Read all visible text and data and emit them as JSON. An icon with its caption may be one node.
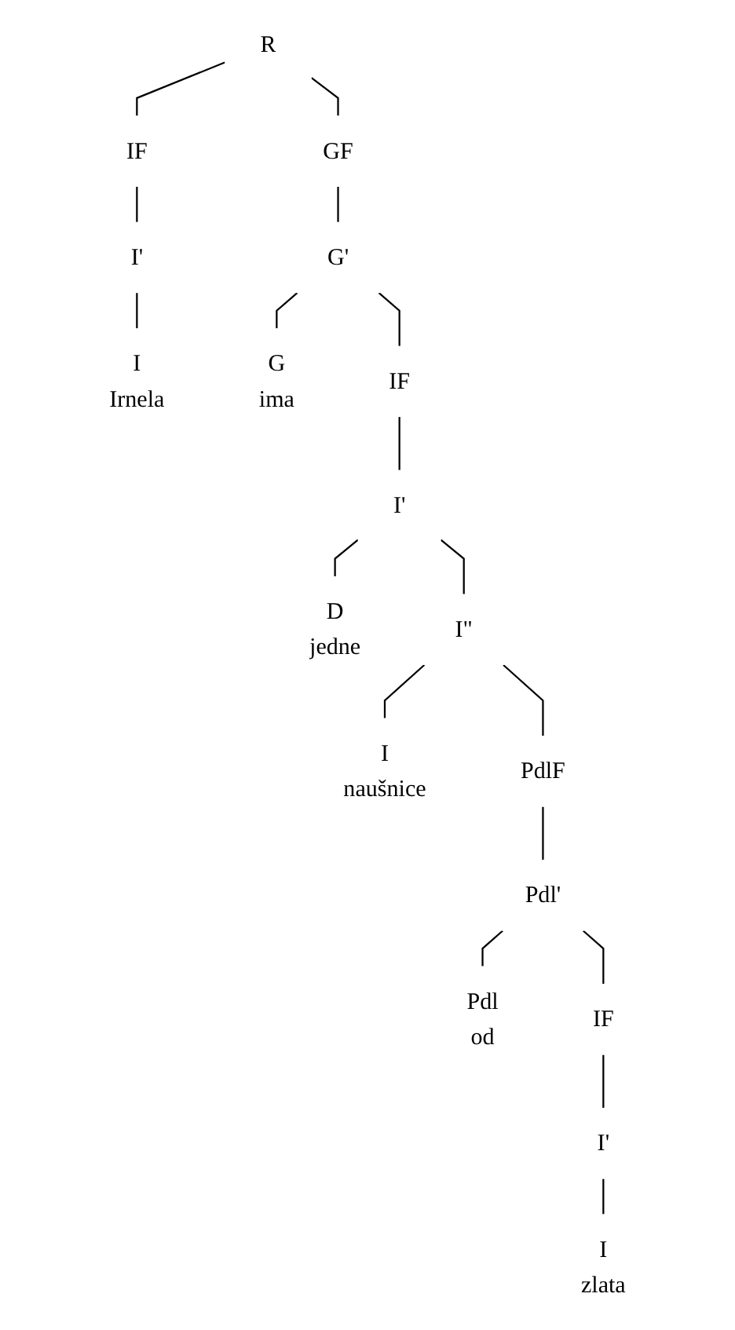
{
  "diagram": {
    "nodes": [
      {
        "text": [
          "R"
        ]
      },
      {
        "text": [
          "IF"
        ]
      },
      {
        "text": [
          "GF"
        ]
      },
      {
        "text": [
          "I'"
        ]
      },
      {
        "text": [
          "G'"
        ]
      },
      {
        "text": [
          "I",
          "Irnela"
        ]
      },
      {
        "text": [
          "G",
          "ima"
        ]
      },
      {
        "text": [
          "IF"
        ]
      },
      {
        "text": [
          "I'"
        ]
      },
      {
        "text": [
          "D",
          "jedne"
        ]
      },
      {
        "text": [
          "I\""
        ]
      },
      {
        "text": [
          "I",
          "naušnice"
        ]
      },
      {
        "text": [
          "PdlF"
        ]
      },
      {
        "text": [
          "Pdl'"
        ]
      },
      {
        "text": [
          "Pdl",
          "od"
        ]
      },
      {
        "text": [
          "IF"
        ]
      },
      {
        "text": [
          "I'"
        ]
      },
      {
        "text": [
          "I",
          "zlata"
        ]
      }
    ],
    "edges": [
      {
        "from": 0,
        "to": 1,
        "arrow": "none"
      },
      {
        "from": 0,
        "to": 2,
        "arrow": "none"
      },
      {
        "from": 1,
        "to": 3,
        "arrow": "none"
      },
      {
        "from": 3,
        "to": 5,
        "arrow": "none"
      },
      {
        "from": 2,
        "to": 4,
        "arrow": "none"
      },
      {
        "from": 4,
        "to": 6,
        "arrow": "none"
      },
      {
        "from": 4,
        "to": 7,
        "arrow": "none"
      },
      {
        "from": 7,
        "to": 8,
        "arrow": "none"
      },
      {
        "from": 8,
        "to": 9,
        "arrow": "none"
      },
      {
        "from": 8,
        "to": 10,
        "arrow": "none"
      },
      {
        "from": 10,
        "to": 11,
        "arrow": "none"
      },
      {
        "from": 10,
        "to": 12,
        "arrow": "none"
      },
      {
        "from": 12,
        "to": 13,
        "arrow": "none"
      },
      {
        "from": 13,
        "to": 14,
        "arrow": "none"
      },
      {
        "from": 13,
        "to": 15,
        "arrow": "none"
      },
      {
        "from": 15,
        "to": 16,
        "arrow": "none"
      },
      {
        "from": 16,
        "to": 17,
        "arrow": "none"
      }
    ]
  }
}
